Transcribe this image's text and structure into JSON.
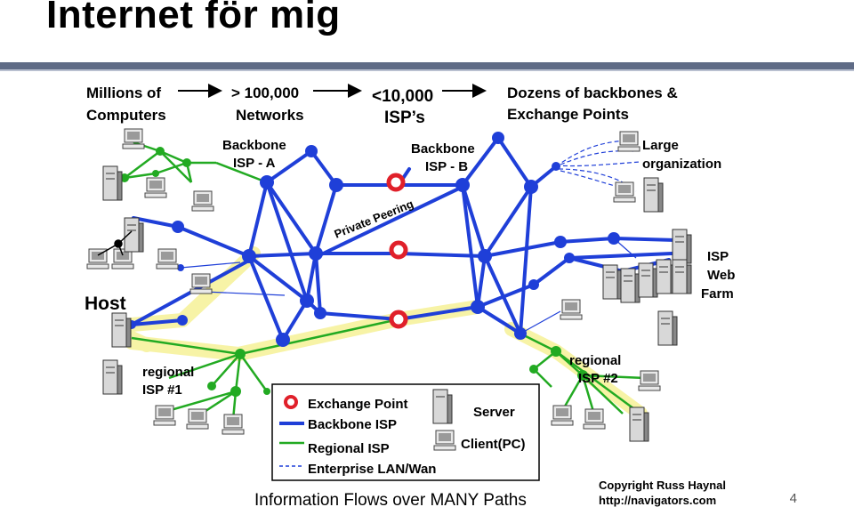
{
  "slide": {
    "title": "Internet för mig",
    "page_number": "4"
  },
  "diagram": {
    "header": {
      "stage1": [
        "Millions of",
        "Computers"
      ],
      "stage2": [
        "> 100,000",
        "Networks"
      ],
      "stage3": [
        "<10,000",
        "ISP’s"
      ],
      "stage4": [
        "Dozens of backbones &",
        "Exchange Points"
      ]
    },
    "labels": {
      "backbone_a": [
        "Backbone",
        "ISP - A"
      ],
      "backbone_b": [
        "Backbone",
        "ISP - B"
      ],
      "large_org": [
        "Large",
        "organization"
      ],
      "isp_web_farm": [
        "ISP",
        "Web",
        "Farm"
      ],
      "host": "Host",
      "regional_isp1": [
        "regional",
        "ISP #1"
      ],
      "regional_isp2": [
        "regional",
        "ISP #2"
      ],
      "private_peering": "Private Peering"
    },
    "legend": {
      "exchange_point": "Exchange Point",
      "backbone_isp": "Backbone ISP",
      "regional_isp": "Regional ISP",
      "enterprise_lan": "Enterprise LAN/Wan",
      "server": "Server",
      "client": "Client(PC)"
    },
    "caption": "Information Flows over MANY Paths",
    "copyright": [
      "Copyright Russ Haynal",
      "http://navigators.com"
    ]
  },
  "colors": {
    "backbone": "#1f3fd8",
    "regional": "#22aa22",
    "exchange": "#e0202a",
    "highlight": "#f7f3a6",
    "rule": "#5f6b86"
  }
}
